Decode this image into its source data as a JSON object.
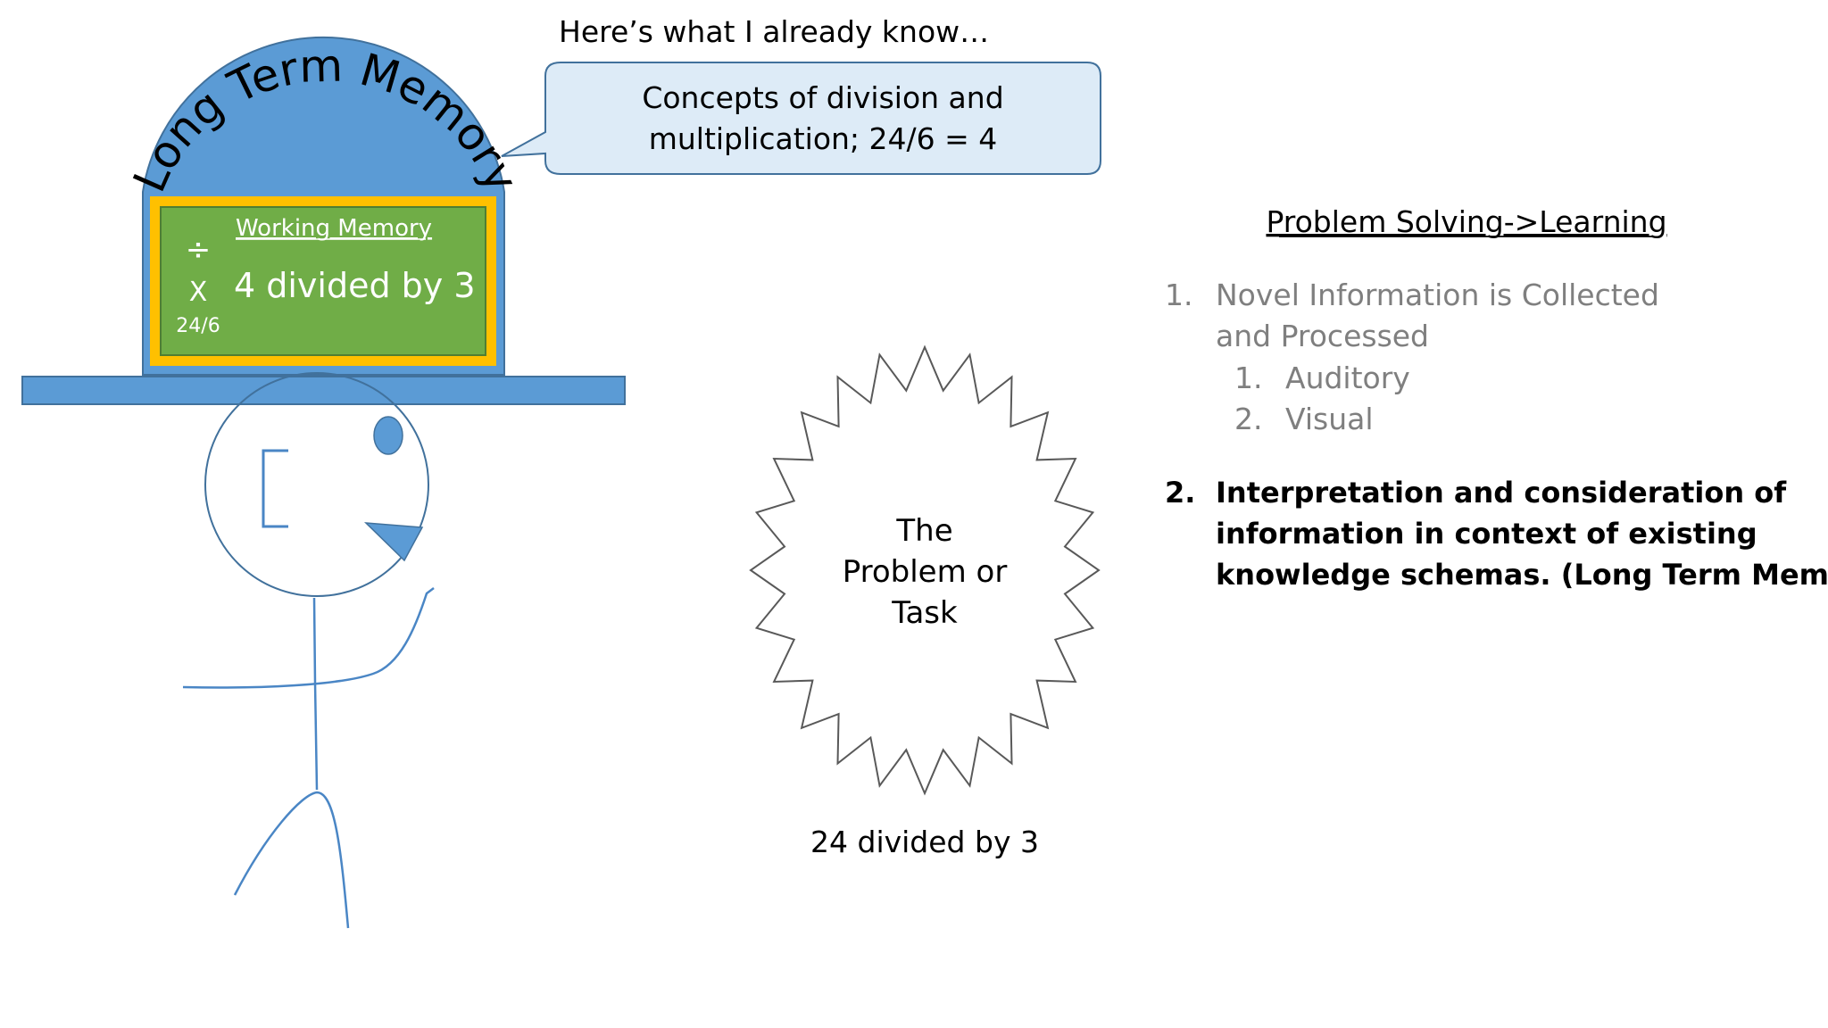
{
  "thought_header": "Here’s what I already know…",
  "speech_bubble": {
    "line1": "Concepts of division and",
    "line2": "multiplication; 24/6 = 4"
  },
  "hat": {
    "arc_label": "Long Term Memory",
    "working_memory": {
      "title": "Working Memory",
      "divide_symbol": "÷",
      "multiply_symbol": "X",
      "fraction": "24/6",
      "main_text": "4 divided by 3"
    }
  },
  "problem": {
    "line1": "The",
    "line2": "Problem or",
    "line3": "Task",
    "caption": "24 divided by 3"
  },
  "panel": {
    "title": "Problem Solving->Learning",
    "steps": [
      {
        "number": "1.",
        "line1": "Novel Information is Collected",
        "line2": "and Processed",
        "substeps": [
          {
            "number": "1.",
            "label": "Auditory"
          },
          {
            "number": "2.",
            "label": "Visual"
          }
        ]
      },
      {
        "number": "2.",
        "line1": "Interpretation and consideration of",
        "line2": "information in context of existing",
        "line3": "knowledge schemas. (Long Term Memory)"
      }
    ]
  },
  "colors": {
    "hat_blue": "#5b9bd5",
    "hat_outline": "#41719c",
    "board_green": "#70ad47",
    "board_frame": "#ffc000",
    "bubble_fill": "#ddebf7",
    "muted_text": "#7f7f7f",
    "figure_line": "#4a86c5"
  }
}
